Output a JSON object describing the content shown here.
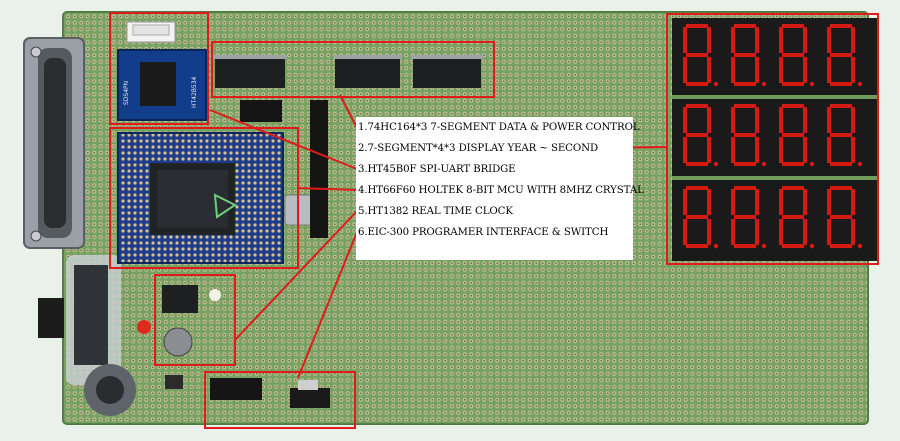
{
  "labels": [
    "1.74HC164*3 7-SEGMENT DATA & POWER CONTROL",
    "2.7-SEGMENT*4*3 DISPLAY YEAR ~ SECOND",
    "3.HT45B0F SPI-UART BRIDGE",
    "4.HT66F60 HOLTEK 8-BIT MCU WITH 8MHZ CRYSTAL",
    "5.HT1382 REAL TIME CLOCK",
    "6.EIC-300 PROGRAMER INTERFACE & SWITCH"
  ],
  "usb_module_text": [
    "SDS4PN",
    "HT42B534"
  ],
  "colors": {
    "pcb": "#6f9b5d",
    "callout": "#e11b1b",
    "segment": "#d41a12"
  }
}
